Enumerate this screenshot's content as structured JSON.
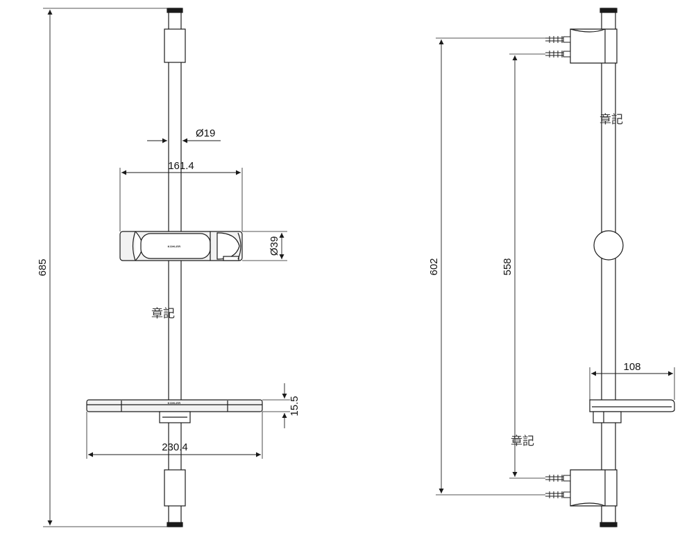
{
  "dimensions": {
    "total_height": "685",
    "rail_diameter": "Ø19",
    "slider_width": "161.4",
    "slider_diameter": "Ø39",
    "shelf_width": "230.4",
    "shelf_thickness": "15.5",
    "mount_span_outer": "602",
    "mount_span_inner": "558",
    "shelf_depth": "108"
  },
  "annotations": {
    "front_watermark": "章記",
    "side_watermark_top": "章記",
    "side_watermark_bottom": "章記"
  },
  "brand": {
    "slider_logo": "KOHLER",
    "shelf_logo": "KOHLER"
  },
  "colors": {
    "line": "#1a1a1a",
    "fill_light": "#f2f2f2",
    "background": "#ffffff"
  }
}
